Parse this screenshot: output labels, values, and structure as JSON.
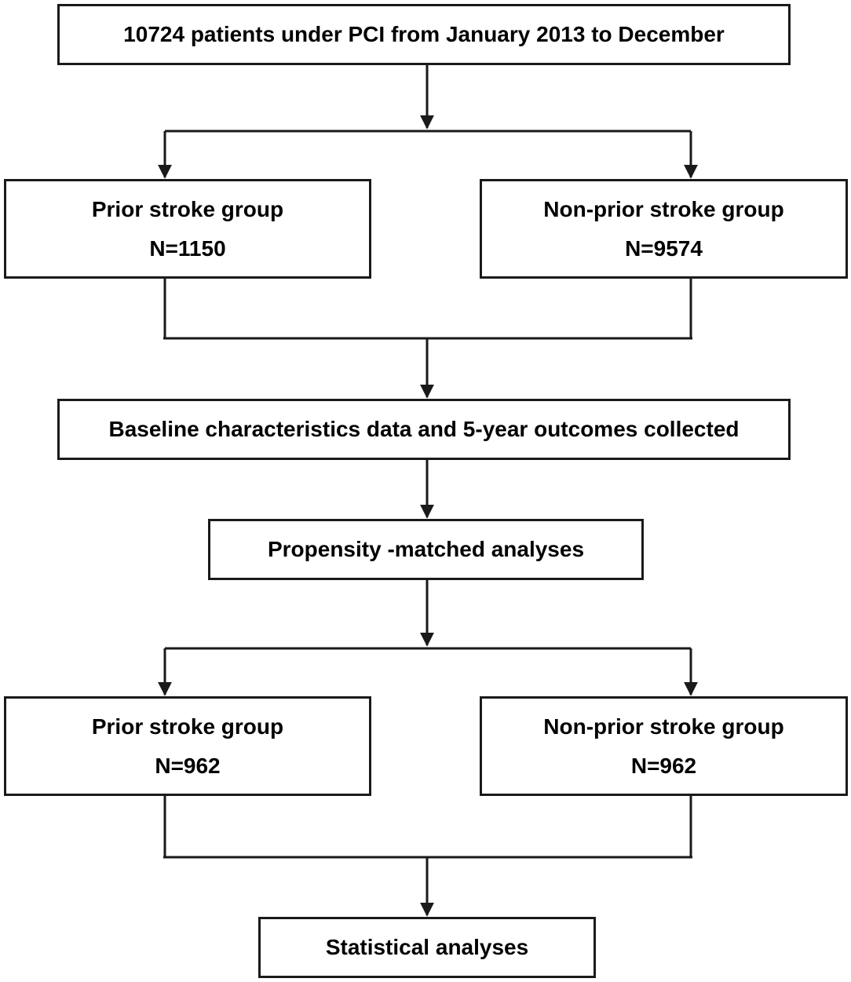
{
  "flowchart": {
    "start": {
      "label": "10724 patients under PCI from January 2013 to December"
    },
    "split1": {
      "left": {
        "label": "Prior stroke group",
        "n": "N=1150"
      },
      "right": {
        "label": "Non-prior stroke group",
        "n": "N=9574"
      }
    },
    "baseline": {
      "label": "Baseline characteristics data and 5-year outcomes collected"
    },
    "propensity": {
      "label": "Propensity -matched analyses"
    },
    "split2": {
      "left": {
        "label": "Prior stroke group",
        "n": "N=962"
      },
      "right": {
        "label": "Non-prior stroke group",
        "n": "N=962"
      }
    },
    "final": {
      "label": "Statistical analyses"
    },
    "colors": {
      "line": "#1a1a1a",
      "box_fill": "#ffffff"
    }
  }
}
